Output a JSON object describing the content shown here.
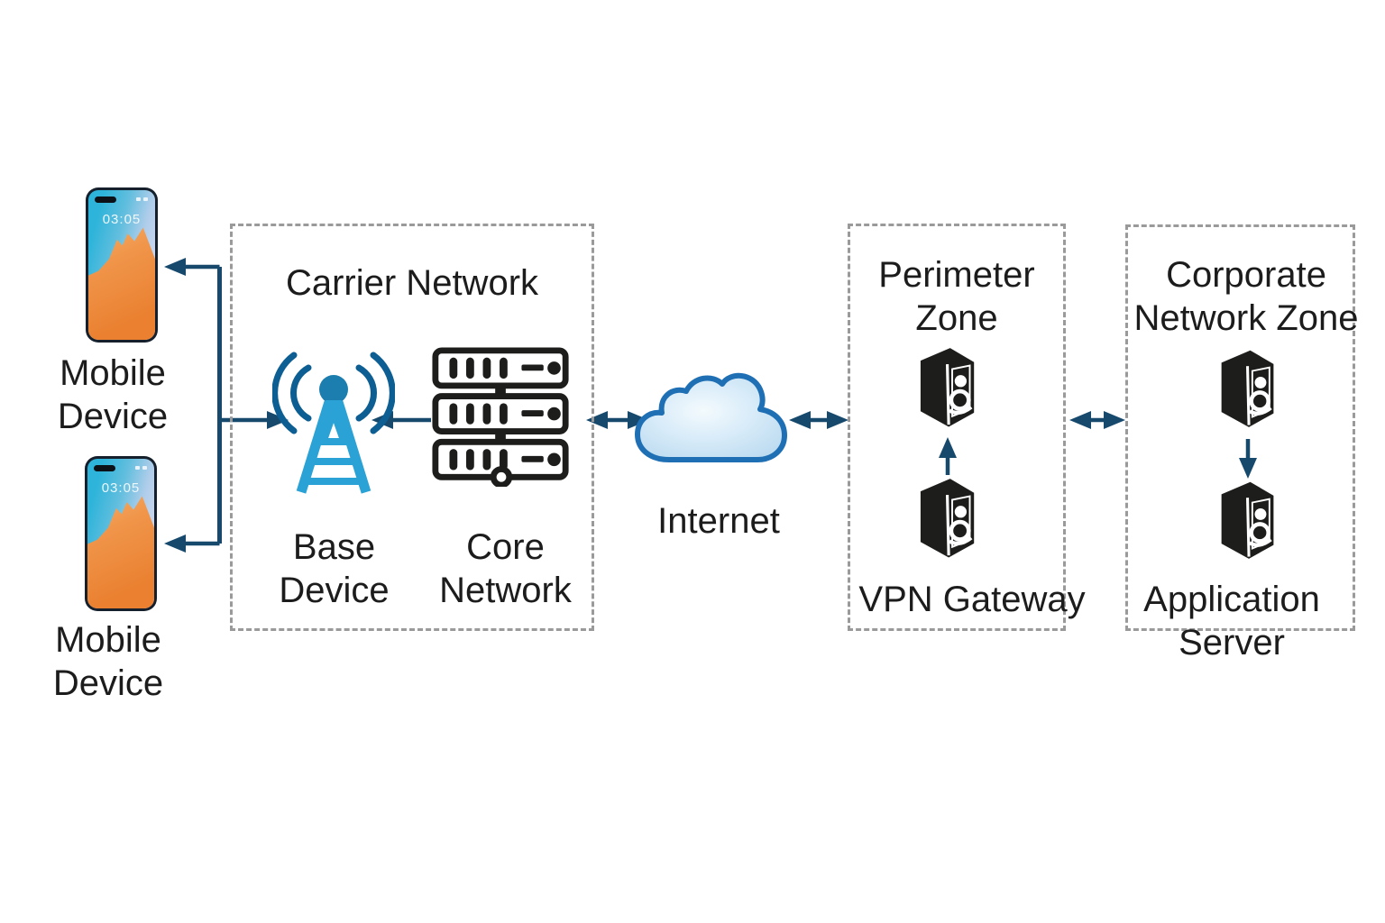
{
  "colors": {
    "arrow_color": "#17496d",
    "zone_border": "#9a9a9a",
    "text_color": "#1c1c1c",
    "tower_body": "#2aa2d6",
    "tower_circle": "#1c7eae",
    "tower_wave": "#0d5e92",
    "icon_black": "#1d1d1b",
    "cloud_stroke": "#1f6fb4",
    "cloud_fill_center": "#f4fafd",
    "cloud_fill_mid": "#d9ecf9",
    "cloud_fill_edge": "#b9d9ef",
    "phone_frame": "#16202c",
    "phone_screen_top": "#2eb4da",
    "phone_mountain": "#f0954a"
  },
  "devices": {
    "mobile1": {
      "label": "Mobile Device",
      "time": "03:05"
    },
    "mobile2": {
      "label": "Mobile Device",
      "time": "03:05"
    }
  },
  "zones": {
    "carrier": {
      "title": "Carrier Network",
      "base_label": "Base Device",
      "core_label": "Core Network"
    },
    "perimeter": {
      "title": "Perimeter Zone",
      "gateway_label": "VPN Gateway"
    },
    "corporate": {
      "title": "Corporate Network Zone",
      "server_label": "Application Server"
    }
  },
  "internet": {
    "label": "Internet"
  },
  "icons": {
    "mobile-device": "smartphone-illustration",
    "base-device": "cell-tower",
    "core-network": "server-rack",
    "internet": "cloud",
    "vpn-gateway": "isometric-tower-server",
    "application-server": "isometric-tower-server"
  }
}
